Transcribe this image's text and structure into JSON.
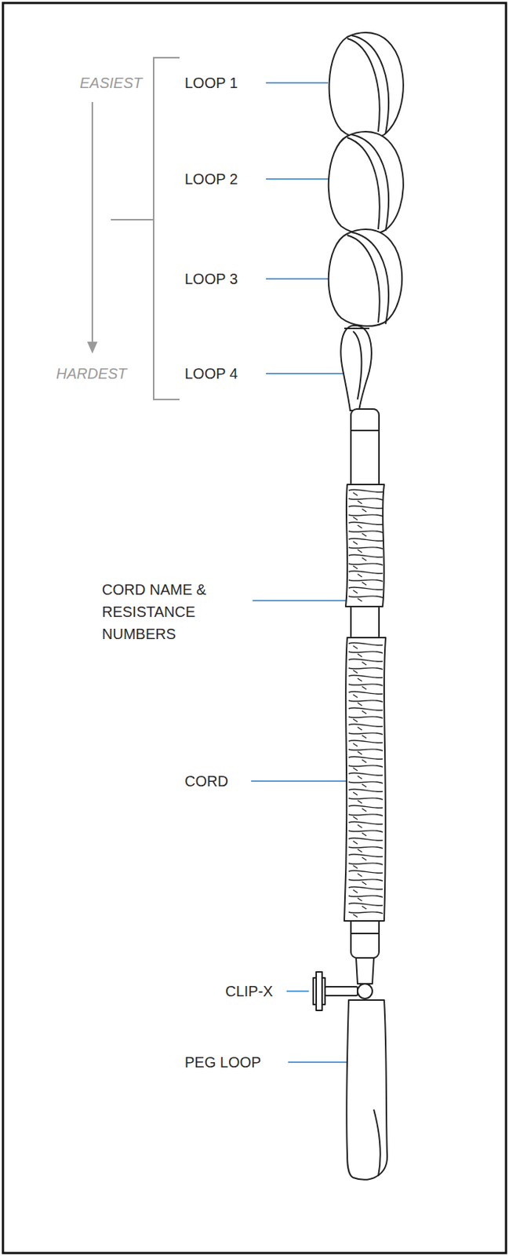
{
  "diagram": {
    "labels": [
      "EASIEST",
      "HARDEST",
      "LOOP 1",
      "LOOP 2",
      "LOOP 3",
      "LOOP 4",
      "CORD NAME & RESISTANCE NUMBERS",
      "CORD",
      "CLIP-X",
      "PEG LOOP"
    ]
  }
}
